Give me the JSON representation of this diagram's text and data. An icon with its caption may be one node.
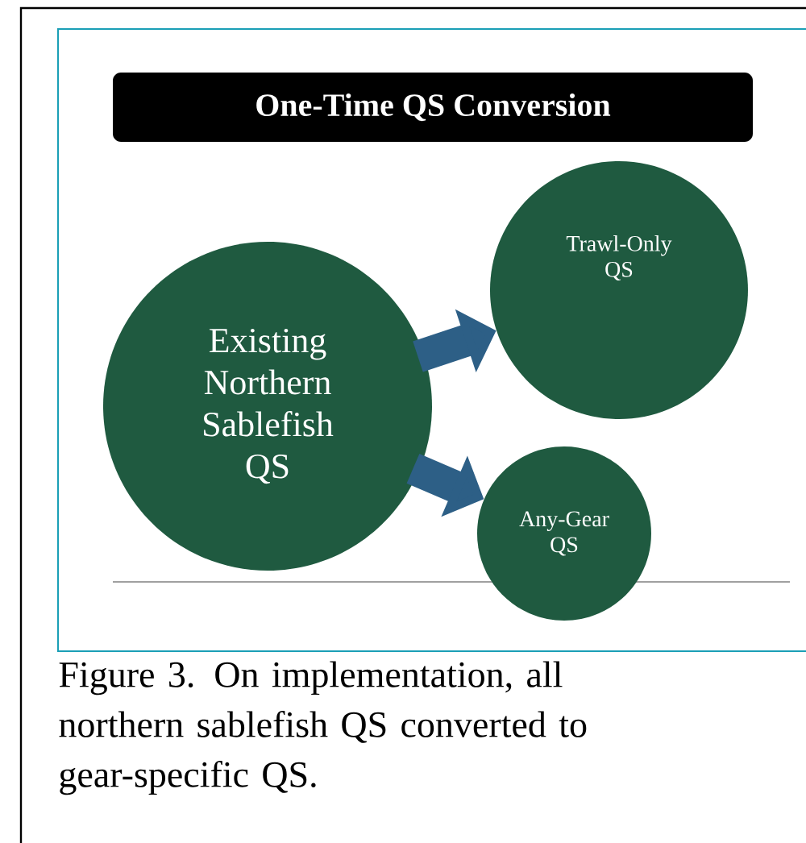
{
  "diagram": {
    "title": "One-Time QS Conversion",
    "caption": "Figure 3. On implementation, all northern sablefish QS converted to gear-specific QS.",
    "nodes": [
      {
        "text": [
          "Existing Northern Sablefish QS"
        ]
      },
      {
        "text": [
          "Trawl-Only QS"
        ]
      },
      {
        "text": [
          "Any-Gear QS"
        ]
      }
    ],
    "edges": [
      {
        "from": 0,
        "to": 1,
        "arrow": "to"
      },
      {
        "from": 0,
        "to": 2,
        "arrow": "to"
      }
    ]
  }
}
